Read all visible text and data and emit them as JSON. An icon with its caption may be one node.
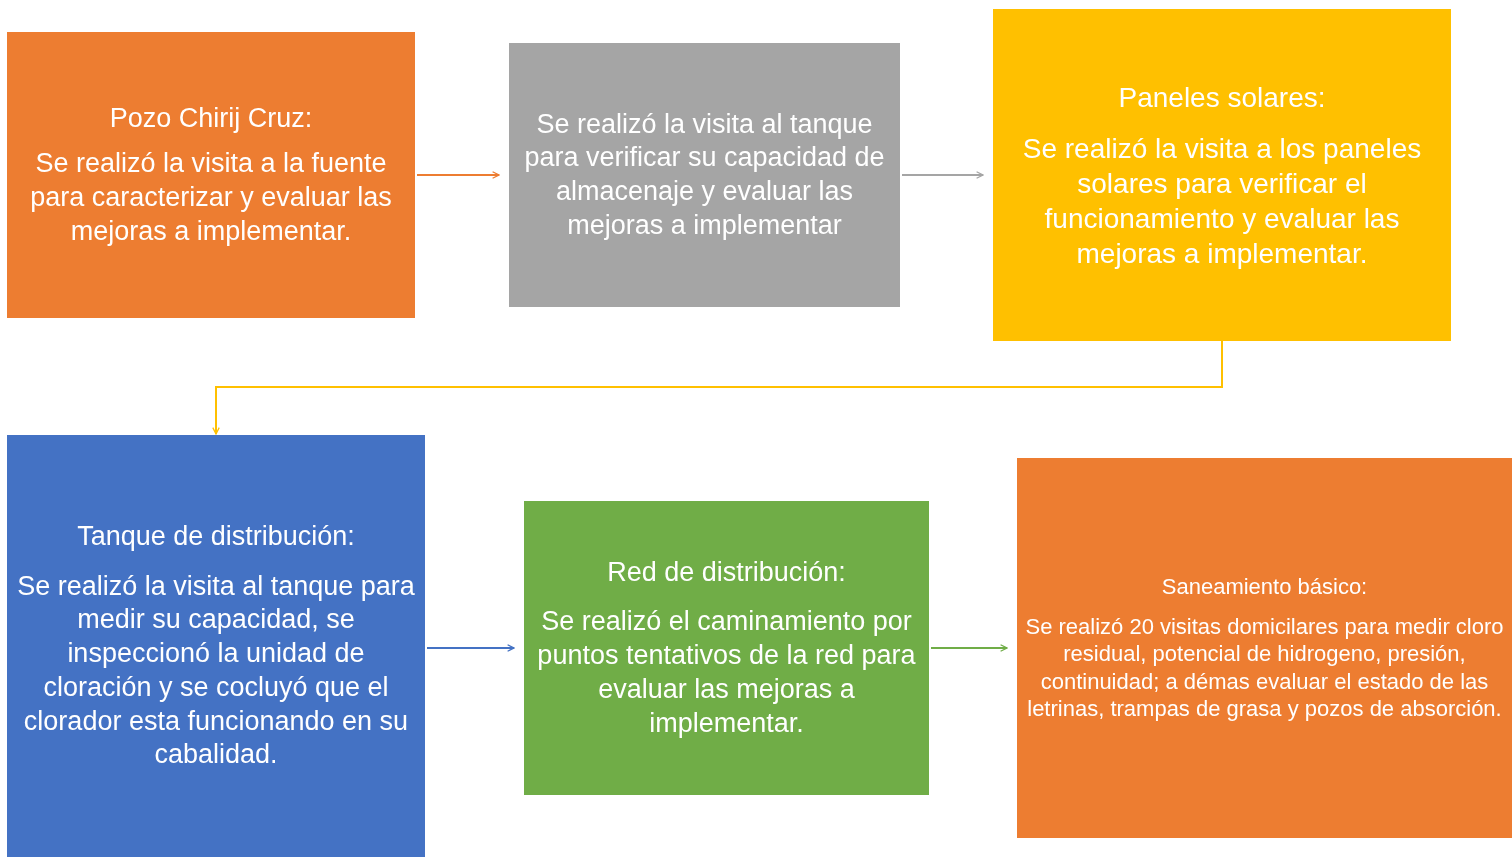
{
  "diagram": {
    "nodes": [
      {
        "text": [
          "Pozo Chirij Cruz:",
          "Se realizó la visita a la fuente para caracterizar y evaluar las mejoras a implementar."
        ]
      },
      {
        "text": [
          "Se realizó la visita al tanque para verificar su capacidad de almacenaje y evaluar las mejoras a implementar"
        ]
      },
      {
        "text": [
          "Paneles solares:",
          "Se realizó la visita a los paneles solares para verificar el funcionamiento y evaluar las mejoras a implementar."
        ]
      },
      {
        "text": [
          "Tanque de distribución:",
          "Se realizó la visita al tanque para medir su capacidad, se inspeccionó la unidad de cloración y se cocluyó que el clorador esta funcionando en su cabalidad."
        ]
      },
      {
        "text": [
          "Red de distribución:",
          "Se realizó el caminamiento por puntos tentativos de la red para evaluar las mejoras a implementar."
        ]
      },
      {
        "text": [
          "Saneamiento básico:",
          "Se realizó 20 visitas domicilares para medir cloro residual, potencial de hidrogeno, presión, continuidad; a démas evaluar el estado de las letrinas, trampas de grasa y pozos de absorción."
        ]
      }
    ],
    "edges": [
      {
        "from": 0,
        "to": 1,
        "arrow": "to",
        "color": "#ed7d31"
      },
      {
        "from": 1,
        "to": 2,
        "arrow": "to",
        "color": "#a5a5a5"
      },
      {
        "from": 2,
        "to": 3,
        "arrow": "to",
        "color": "#ffc000"
      },
      {
        "from": 3,
        "to": 4,
        "arrow": "to",
        "color": "#4472c4"
      },
      {
        "from": 4,
        "to": 5,
        "arrow": "to",
        "color": "#70ad47"
      }
    ]
  }
}
